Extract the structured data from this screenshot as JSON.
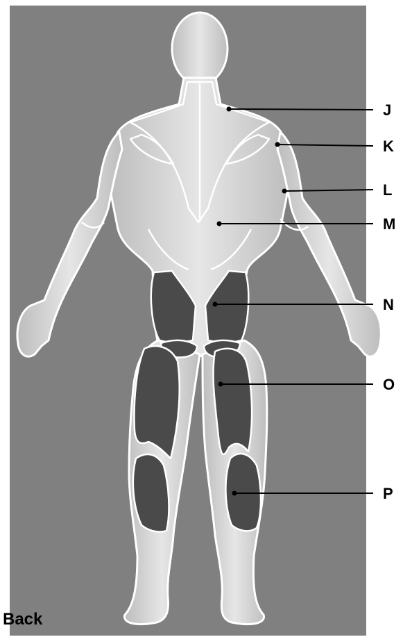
{
  "view_label": "Back",
  "callouts": [
    {
      "id": "J",
      "label": "J"
    },
    {
      "id": "K",
      "label": "K"
    },
    {
      "id": "L",
      "label": "L"
    },
    {
      "id": "M",
      "label": "M"
    },
    {
      "id": "N",
      "label": "N"
    },
    {
      "id": "O",
      "label": "O"
    },
    {
      "id": "P",
      "label": "P"
    }
  ],
  "colors": {
    "background_panel": "#808080",
    "body_fill": "#d9d9d9",
    "body_outline": "#ffffff",
    "highlighted_muscle": "#4a4a4a",
    "leader_line": "#000000"
  }
}
